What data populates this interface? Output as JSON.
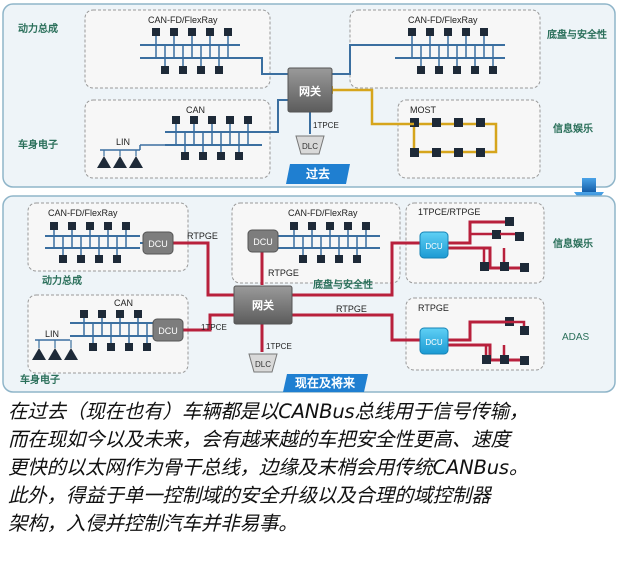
{
  "diagram": {
    "past": {
      "banner": "过去",
      "labels": {
        "powertrain": "动力总成",
        "chassis": "底盘与安全性",
        "body": "车身电子",
        "infotainment": "信息娱乐"
      },
      "bus_labels": {
        "powertrain_bus": "CAN-FD/FlexRay",
        "chassis_bus": "CAN-FD/FlexRay",
        "body_bus": "CAN",
        "lin": "LIN",
        "most": "MOST",
        "tpce": "1TPCE"
      },
      "gateway": "网关",
      "dlc": "DLC"
    },
    "present": {
      "banner": "现在及将来",
      "labels": {
        "powertrain": "动力总成",
        "chassis": "底盘与安全性",
        "body": "车身电子",
        "infotainment": "信息娱乐",
        "adas": "ADAS"
      },
      "bus_labels": {
        "powertrain_bus": "CAN-FD/FlexRay",
        "chassis_bus": "CAN-FD/FlexRay",
        "body_bus": "CAN",
        "lin": "LIN",
        "rtpge_left": "RTPGE",
        "rtpge_chassis": "RTPGE",
        "rtpge_adas_link": "RTPGE",
        "tpce_info": "1TPCE/RTPGE",
        "rtpge_adas": "RTPGE",
        "tpce_body": "1TPCE",
        "tpce_dlc": "1TPCE"
      },
      "dcu": "DCU",
      "gateway": "网关",
      "dlc": "DLC"
    },
    "colors": {
      "frame": "#8fb5c9",
      "frame_fill": "#eef4f8",
      "block_fill": "#f7f7f7",
      "node": "#1e2a38",
      "bus": "#3b6fa0",
      "ethernet": "#b8203c",
      "most": "#d6a51c",
      "dcu_gray": "#7d7d7d",
      "dcu_blue": "#29b3e6",
      "banner": "#1f7fd1",
      "label_green": "#2a6f5a"
    }
  },
  "caption": {
    "lines": [
      "在过去（现在也有）车辆都是以CANBus总线用于信号传输，",
      "而在现如今以及未来，会有越来越的车把安全性更高、速度",
      "更快的以太网作为骨干总线，边缘及末梢会用传统CANBus。",
      "此外，得益于单一控制域的安全升级以及合理的域控制器",
      "架构，入侵并控制汽车并非易事。"
    ]
  }
}
